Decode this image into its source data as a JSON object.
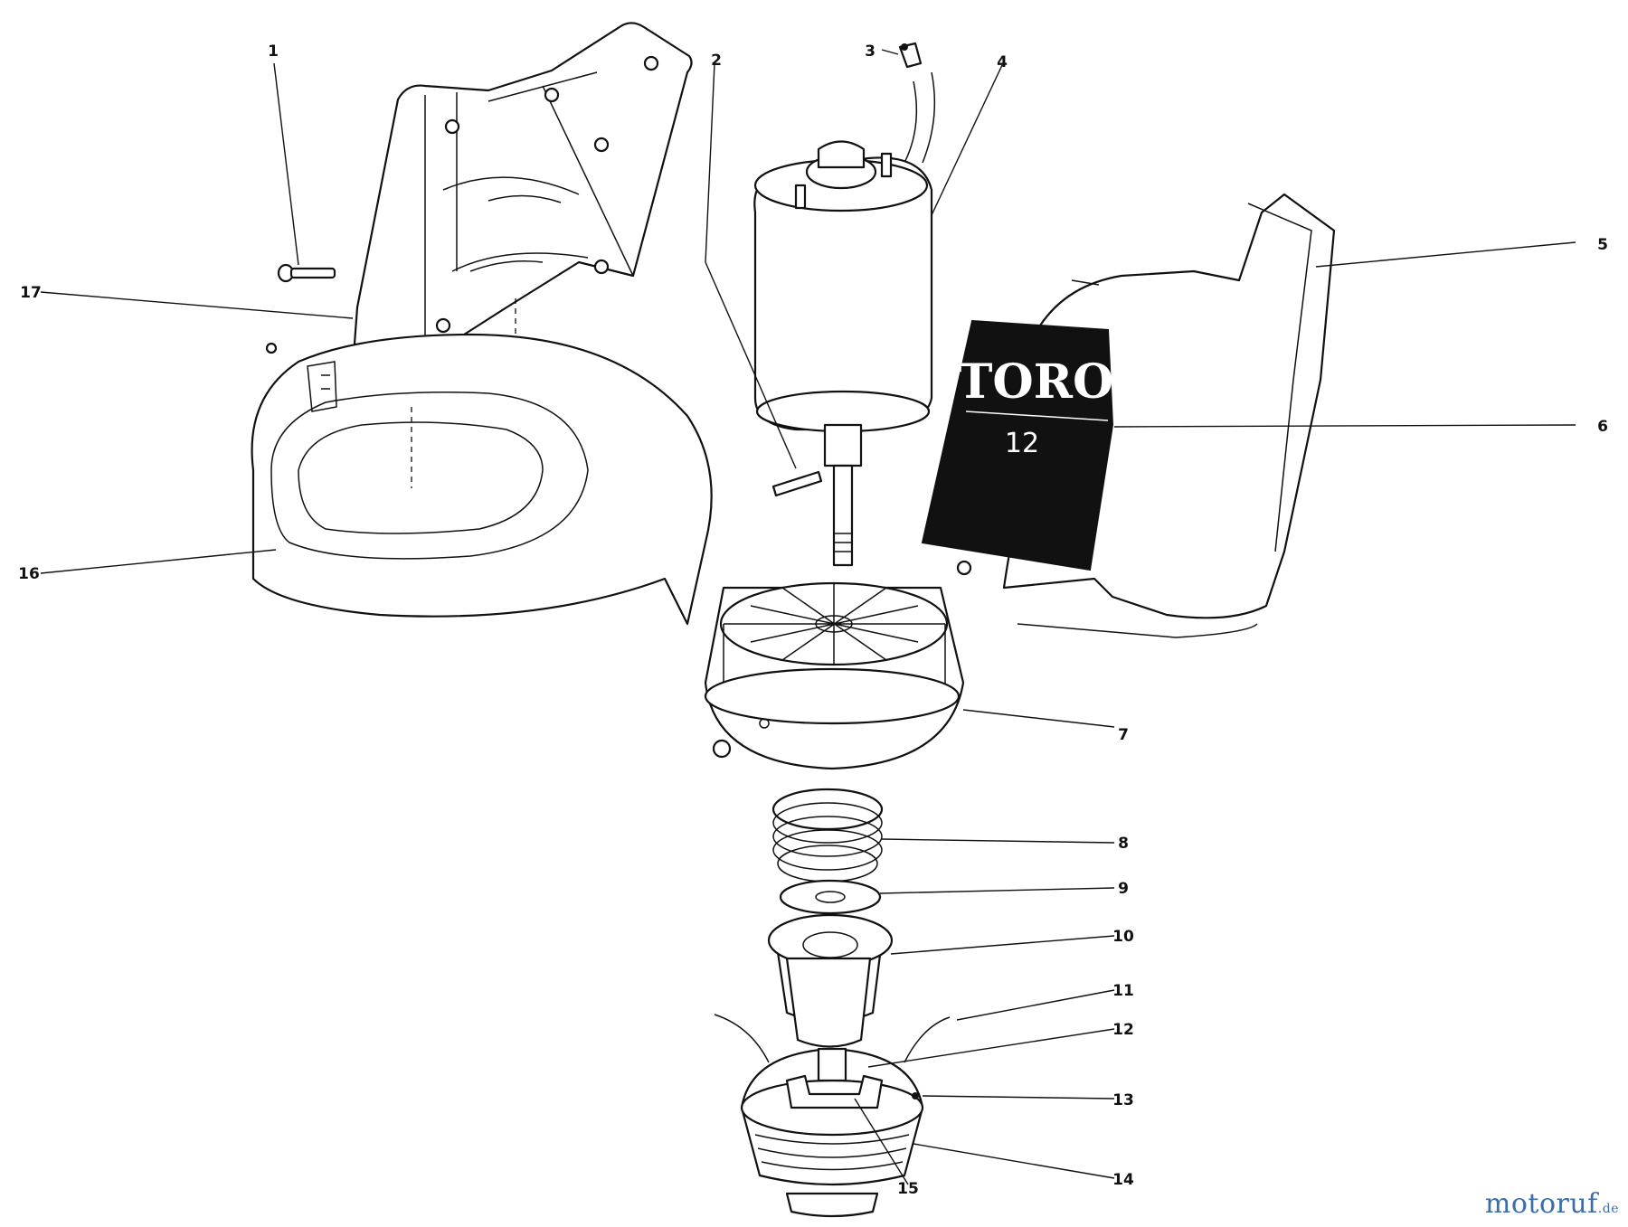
{
  "diagram": {
    "callouts": [
      {
        "id": "1",
        "label": "1"
      },
      {
        "id": "2",
        "label": "2"
      },
      {
        "id": "3",
        "label": "3"
      },
      {
        "id": "4",
        "label": "4"
      },
      {
        "id": "5",
        "label": "5"
      },
      {
        "id": "6",
        "label": "6"
      },
      {
        "id": "7",
        "label": "7"
      },
      {
        "id": "8",
        "label": "8"
      },
      {
        "id": "9",
        "label": "9"
      },
      {
        "id": "10",
        "label": "10"
      },
      {
        "id": "11",
        "label": "11"
      },
      {
        "id": "12",
        "label": "12"
      },
      {
        "id": "13",
        "label": "13"
      },
      {
        "id": "14",
        "label": "14"
      },
      {
        "id": "15",
        "label": "15"
      },
      {
        "id": "16",
        "label": "16"
      },
      {
        "id": "17",
        "label": "17"
      }
    ],
    "decal": {
      "brand": "TORO",
      "model": "12"
    }
  },
  "watermark": {
    "main": "motoruf",
    "suffix": ".de"
  }
}
